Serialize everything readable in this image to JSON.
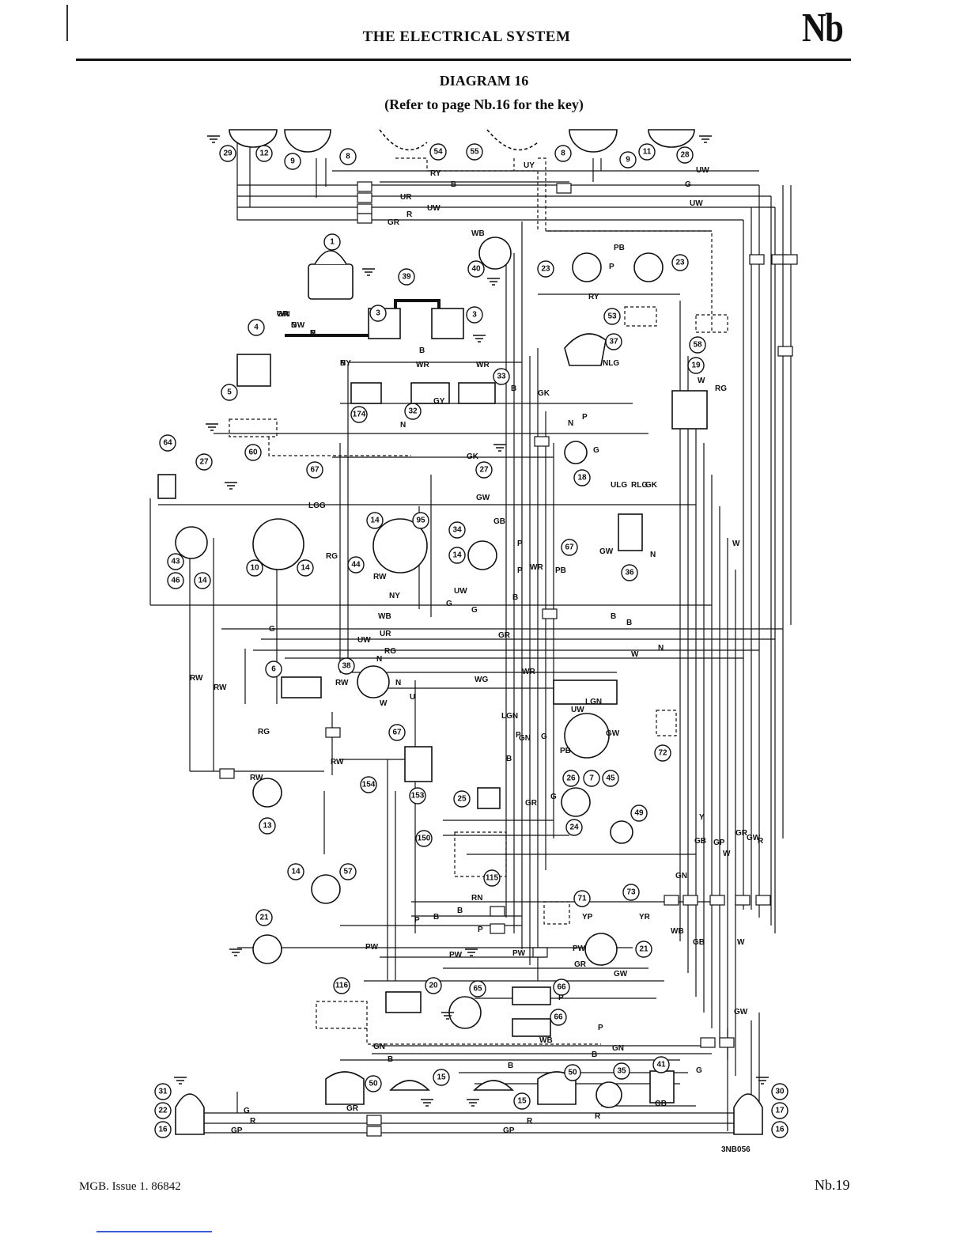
{
  "header": {
    "title": "THE ELECTRICAL SYSTEM",
    "section_code": "Nb"
  },
  "diagram": {
    "title": "DIAGRAM 16",
    "subtitle": "(Refer to page Nb.16 for the key)",
    "reference_code": "3NB056",
    "component_numbers": [
      "29",
      "12",
      "9",
      "8",
      "54",
      "55",
      "8",
      "9",
      "11",
      "28",
      "1",
      "39",
      "40",
      "23",
      "23",
      "3",
      "3",
      "4",
      "5",
      "174",
      "32",
      "33",
      "37",
      "53",
      "58",
      "19",
      "60",
      "67",
      "64",
      "27",
      "27",
      "18",
      "14",
      "95",
      "34",
      "14",
      "10",
      "14",
      "43",
      "46",
      "14",
      "44",
      "67",
      "36",
      "6",
      "38",
      "67",
      "13",
      "154",
      "153",
      "25",
      "72",
      "26",
      "7",
      "45",
      "24",
      "49",
      "150",
      "115",
      "14",
      "57",
      "71",
      "73",
      "21",
      "21",
      "116",
      "20",
      "65",
      "66",
      "66",
      "41",
      "35",
      "31",
      "22",
      "16",
      "50",
      "15",
      "15",
      "50",
      "30",
      "17",
      "16"
    ],
    "wire_labels": {
      "top": [
        "RY",
        "UY",
        "B",
        "UR",
        "UW",
        "GR",
        "R",
        "UW",
        "G",
        "UW",
        "WB",
        "PB",
        "P",
        "RY"
      ],
      "middle": [
        "WN",
        "N",
        "N",
        "NY",
        "B",
        "WR",
        "WR",
        "B",
        "GY",
        "N",
        "P",
        "GK",
        "N",
        "NLG",
        "W",
        "RG",
        "G",
        "GK",
        "LGG",
        "GW",
        "ULG",
        "RLG",
        "GK",
        "GB",
        "P",
        "P",
        "B",
        "WR",
        "PB",
        "GW",
        "N",
        "W",
        "RG",
        "RW",
        "NY",
        "G",
        "UW",
        "G",
        "WB",
        "B",
        "B",
        "G",
        "UW",
        "UR",
        "GR",
        "RG",
        "N",
        "N",
        "U",
        "W",
        "W",
        "N",
        "WR",
        "WG",
        "GR",
        "GW",
        "P",
        "B"
      ],
      "lower": [
        "RW",
        "RW",
        "RG",
        "RW",
        "RW",
        "RW",
        "LGN",
        "GN",
        "P",
        "B",
        "GR",
        "G",
        "G",
        "PB",
        "UW",
        "LGN",
        "GW",
        "Y",
        "GB",
        "GP",
        "W",
        "GR",
        "GW",
        "R",
        "W",
        "WB",
        "RN",
        "B",
        "B",
        "P",
        "P",
        "YP",
        "YR",
        "GN",
        "GB",
        "PW",
        "PW",
        "PW",
        "PW",
        "GR",
        "GW",
        "GW",
        "P",
        "P",
        "B",
        "GN",
        "WB",
        "GN",
        "B",
        "B",
        "G",
        "GR",
        "GB",
        "G",
        "R",
        "GP",
        "R",
        "R",
        "GP"
      ]
    }
  },
  "footer": {
    "left": "MGB.   Issue 1.   86842",
    "right": "Nb.19"
  }
}
